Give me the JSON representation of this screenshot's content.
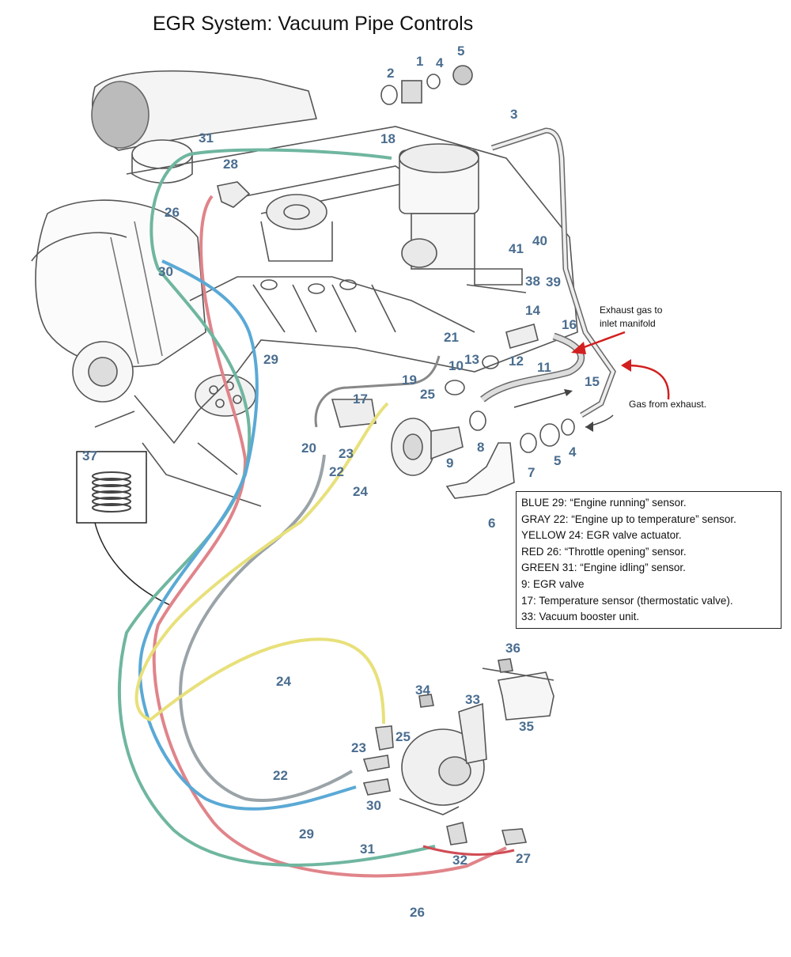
{
  "title": "EGR System:  Vacuum Pipe Controls",
  "annotations": {
    "exhaust_to_inlet_1": "Exhaust gas to",
    "exhaust_to_inlet_2": "inlet manifold",
    "gas_from_exhaust": "Gas from exhaust."
  },
  "legend": [
    "BLUE 29:  “Engine running” sensor.",
    "GRAY 22:  “Engine up to temperature” sensor.",
    "YELLOW 24:  EGR valve actuator.",
    "RED 26:  “Throttle opening” sensor.",
    "GREEN 31:  “Engine idling” sensor.",
    "9:    EGR valve",
    "17:  Temperature sensor (thermostatic valve).",
    "33:  Vacuum booster unit."
  ],
  "callouts": [
    "2",
    "1",
    "4",
    "5",
    "3",
    "31",
    "18",
    "28",
    "26",
    "30",
    "29",
    "41",
    "40",
    "38",
    "39",
    "14",
    "16",
    "21",
    "10",
    "13",
    "12",
    "11",
    "15",
    "19",
    "25",
    "17",
    "20",
    "23",
    "22",
    "24",
    "9",
    "8",
    "7",
    "5",
    "4",
    "6",
    "37",
    "24",
    "36",
    "34",
    "33",
    "35",
    "25",
    "23",
    "22",
    "30",
    "29",
    "31",
    "32",
    "27",
    "26"
  ],
  "colors": {
    "blue": "#5aa9d6",
    "gray": "#9aa3a8",
    "yellow": "#e8e07a",
    "red": "#e0848a",
    "green": "#6fb6a0",
    "callout": "#4a6d8f",
    "arrow": "#d21f1f"
  }
}
